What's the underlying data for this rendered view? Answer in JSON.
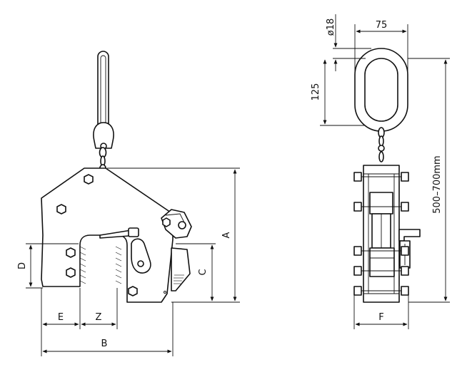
{
  "drawing": {
    "dimensions": {
      "side_view": {
        "A": "A",
        "B": "B",
        "C": "C",
        "D": "D",
        "E": "E",
        "Z": "Z"
      },
      "front_view": {
        "link_wire": "ø18",
        "link_width": "75",
        "link_height": "125",
        "overall_length": "500–700mm",
        "F": "F"
      }
    }
  }
}
